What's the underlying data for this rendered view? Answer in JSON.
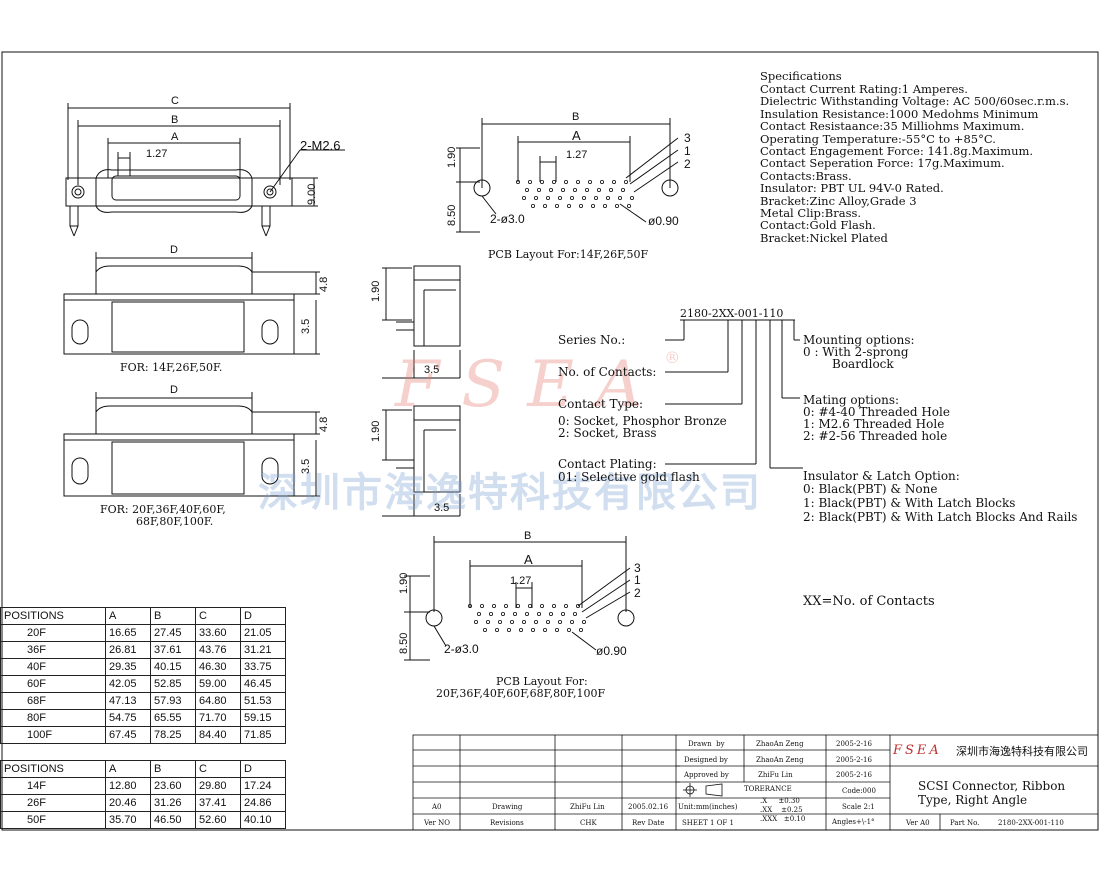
{
  "specs": {
    "title": "Specifications",
    "lines": [
      "Contact Current Rating:1 Amperes.",
      "Dielectric Withstanding Voltage: AC 500/60sec.r.m.s.",
      "Insulation Resistance:1000 Medohms Minimum",
      "Contact Resistaance:35 Milliohms Maximum.",
      "Operating Temperature:-55°C to +85°C.",
      "Contact Engagement Force: 141.8g.Maximum.",
      "Contact Seperation Force: 17g.Maximum.",
      "Contacts:Brass.",
      "Insulator: PBT UL 94V-0 Rated.",
      "Bracket:Zinc Alloy,Grade 3",
      "Metal Clip:Brass.",
      "Contact:Gold Flash.",
      "Bracket:Nickel Plated"
    ]
  },
  "drawing_labels": {
    "top_front": {
      "C": "C",
      "B": "B",
      "A": "A",
      "pitch": "1.27",
      "m26": "2-M2.6",
      "h900": "9.00"
    },
    "mid_front": {
      "D": "D",
      "h48": "4.8",
      "h35": "3.5",
      "caption": "FOR: 14F,26F,50F."
    },
    "bot_front": {
      "D": "D",
      "h48": "4.8",
      "h35": "3.5",
      "caption1": "FOR: 20F,36F,40F,60F,",
      "caption2": "68F,80F,100F."
    },
    "side1": {
      "h190": "1.90",
      "w35": "3.5"
    },
    "side2": {
      "h190": "1.90",
      "w35": "3.5"
    },
    "pcb1": {
      "B": "B",
      "A": "A",
      "pitch": "1.27",
      "h190": "1.90",
      "h850": "8.50",
      "hole": "2-ø3.0",
      "pin": "ø0.90",
      "n3": "3",
      "n1": "1",
      "n2": "2",
      "caption": "PCB Layout For:14F,26F,50F"
    },
    "pcb2": {
      "B": "B",
      "A": "A",
      "pitch": "1.27",
      "h190": "1.90",
      "h850": "8.50",
      "hole": "2-ø3.0",
      "pin": "ø0.90",
      "n3": "3",
      "n1": "1",
      "n2": "2",
      "caption1": "PCB Layout For:",
      "caption2": "20F,36F,40F,60F,68F,80F,100F"
    }
  },
  "part_number": {
    "code": "2180-2XX-001-110",
    "series": "Series No.:",
    "contacts": "No. of Contacts:",
    "contact_type": {
      "title": "Contact Type:",
      "o0": "0: Socket, Phosphor Bronze",
      "o2": "2: Socket, Brass"
    },
    "plating": {
      "title": "Contact Plating:",
      "o1": "01: Selective gold flash"
    },
    "mounting": {
      "title": "Mounting options:",
      "o0": "0 : With 2-sprong",
      "o0b": "Boardlock"
    },
    "mating": {
      "title": "Mating options:",
      "o0": "0: #4-40 Threaded Hole",
      "o1": "1: M2.6 Threaded Hole",
      "o2": "2: #2-56 Threaded hole"
    },
    "insulator": {
      "title": "Insulator & Latch Option:",
      "o0": "0: Black(PBT) & None",
      "o1": "1: Black(PBT) & With Latch Blocks",
      "o2": "2: Black(PBT) & With Latch Blocks And Rails"
    },
    "xx_note": "XX=No. of Contacts"
  },
  "table_large": {
    "headers": [
      "POSITIONS",
      "A",
      "B",
      "C",
      "D"
    ],
    "rows": [
      [
        "20F",
        "16.65",
        "27.45",
        "33.60",
        "21.05"
      ],
      [
        "36F",
        "26.81",
        "37.61",
        "43.76",
        "31.21"
      ],
      [
        "40F",
        "29.35",
        "40.15",
        "46.30",
        "33.75"
      ],
      [
        "60F",
        "42.05",
        "52.85",
        "59.00",
        "46.45"
      ],
      [
        "68F",
        "47.13",
        "57.93",
        "64.80",
        "51.53"
      ],
      [
        "80F",
        "54.75",
        "65.55",
        "71.70",
        "59.15"
      ],
      [
        "100F",
        "67.45",
        "78.25",
        "84.40",
        "71.85"
      ]
    ]
  },
  "table_small": {
    "headers": [
      "POSITIONS",
      "A",
      "B",
      "C",
      "D"
    ],
    "rows": [
      [
        "14F",
        "12.80",
        "23.60",
        "29.80",
        "17.24"
      ],
      [
        "26F",
        "20.46",
        "31.26",
        "37.41",
        "24.86"
      ],
      [
        "50F",
        "35.70",
        "46.50",
        "52.60",
        "40.10"
      ]
    ]
  },
  "title_block": {
    "drawn_label": "Drawn  by",
    "drawn_name": "ZhaoAn Zeng",
    "drawn_date": "2005-2-16",
    "designed_label": "Designed by",
    "designed_name": "ZhaoAn Zeng",
    "designed_date": "2005-2-16",
    "approved_label": "Approved by",
    "approved_name": "ZhiFu Lin",
    "approved_date": "2005-2-16",
    "tolerance": "TORERANCE",
    "tol_x": ".X     ±0.30",
    "tol_xx": ".XX    ±0.25",
    "tol_xxx": ".XXX   ±0.10",
    "code": "Code:000",
    "scale": "Scale 2:1",
    "angles": "Angles+\\-1°",
    "rev_a0": "A0",
    "drawing": "Drawing",
    "chk_name": "ZhiFu Lin",
    "rev_date_val": "2005.02.16",
    "units": "Unit:mm(inches)",
    "ver_no": "Ver NO",
    "revisions": "Revisions",
    "chk": "CHK",
    "rev_date": "Rev Date",
    "sheet": "SHEET 1 OF 1",
    "logo": "FSEA",
    "company": "深圳市海逸特科技有限公司",
    "title1": "SCSI Connector, Ribbon",
    "title2": "Type, Right Angle",
    "ver_a0": "Ver A0",
    "part_no_label": "Part No.",
    "part_no": "2180-2XX-001-110"
  },
  "watermark": {
    "logo": "FSEA",
    "reg": "®",
    "company": "深圳市海逸特科技有限公司"
  }
}
